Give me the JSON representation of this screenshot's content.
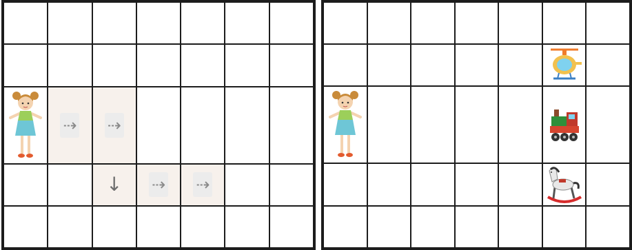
{
  "left_panel": {
    "rows": 5,
    "cols": 7,
    "path_arrows": [
      {
        "row": 2,
        "col": 1,
        "glyph": "⇢",
        "icon": "dotted-right-arrow-icon"
      },
      {
        "row": 2,
        "col": 2,
        "glyph": "⇢",
        "icon": "dotted-right-arrow-icon"
      },
      {
        "row": 3,
        "col": 2,
        "glyph": "↓",
        "icon": "down-arrow-icon"
      },
      {
        "row": 3,
        "col": 3,
        "glyph": "⇢",
        "icon": "dotted-right-arrow-icon"
      },
      {
        "row": 3,
        "col": 4,
        "glyph": "⇢",
        "icon": "dotted-right-arrow-icon"
      }
    ],
    "figure": {
      "icon": "girl-figure-icon",
      "row": 2,
      "col": 0
    }
  },
  "right_panel": {
    "rows": 5,
    "cols": 7,
    "figure": {
      "icon": "girl-figure-icon",
      "row": 2,
      "col": 0
    },
    "toys": [
      {
        "icon": "helicopter-icon",
        "row": 1,
        "col": 5
      },
      {
        "icon": "train-icon",
        "row": 2,
        "col": 5
      },
      {
        "icon": "rocking-horse-icon",
        "row": 3,
        "col": 5
      }
    ]
  },
  "colors": {
    "grid_line": "#1c1c1c",
    "arrow": "#8a8a8a",
    "path_shade": "#f7f1ec"
  }
}
